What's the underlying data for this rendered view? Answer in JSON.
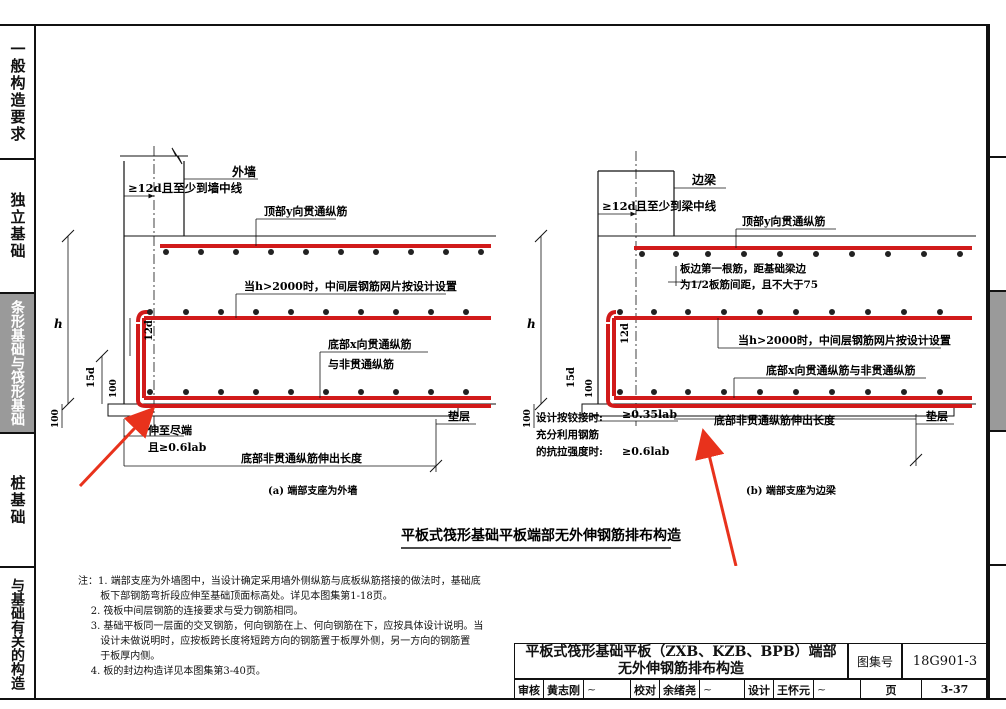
{
  "left_tabs": [
    {
      "label": "一般构造要求",
      "active": false
    },
    {
      "label": "独立基础",
      "active": false
    },
    {
      "label": "条形基础与筏形基础",
      "active": true
    },
    {
      "label": "桩基础",
      "active": false
    },
    {
      "label": "与基础有关的构造",
      "active": false
    }
  ],
  "diagram_a": {
    "wall_label": "外墙",
    "anchor_label": "≥12d且至少到墙中线",
    "top_rebar": "顶部y向贯通纵筋",
    "middle_mesh": "当h>2000时，中间层钢筋网片按设计设置",
    "bottom_rebar_1": "底部x向贯通纵筋",
    "bottom_rebar_2": "与非贯通纵筋",
    "dim_h": "h",
    "dim_12d": "12d",
    "dim_15d": "15d",
    "dim_100_a": "100",
    "dim_100_b": "100",
    "extend_1": "伸至尽端",
    "extend_2": "且≥0.6lab",
    "extend_length": "底部非贯通纵筋伸出长度",
    "cushion": "垫层",
    "caption": "(a) 端部支座为外墙"
  },
  "diagram_b": {
    "beam_label": "边梁",
    "anchor_label": "≥12d且至少到梁中线",
    "top_rebar": "顶部y向贯通纵筋",
    "first_bar_1": "板边第一根筋，距基础梁边",
    "first_bar_2": "为1/2板筋间距，且不大于75",
    "middle_mesh": "当h>2000时，中间层钢筋网片按设计设置",
    "bottom_rebar": "底部x向贯通纵筋与非贯通纵筋",
    "dim_h": "h",
    "dim_12d": "12d",
    "dim_15d": "15d",
    "dim_100_a": "100",
    "dim_100_b": "100",
    "hinge_1": "设计按铰接时:",
    "hinge_2": "充分利用钢筋",
    "hinge_3": "的抗拉强度时:",
    "len_1": "≥0.35lab",
    "len_2": "≥0.6lab",
    "extend_length": "底部非贯通纵筋伸出长度",
    "cushion": "垫层",
    "caption": "(b) 端部支座为边梁"
  },
  "main_title": "平板式筏形基础平板端部无外伸钢筋排布构造",
  "notes": [
    "注：1. 端部支座为外墙图中，当设计确定采用墙外侧纵筋与底板纵筋搭接的做法时，基础底",
    "       板下部钢筋弯折段应伸至基础顶面标高处。详见本图集第1-18页。",
    "    2. 筏板中间层钢筋的连接要求与受力钢筋相同。",
    "    3. 基础平板同一层面的交叉钢筋，何向钢筋在上、何向钢筋在下，应按具体设计说明。当",
    "       设计未做说明时，应按板跨长度将短跨方向的钢筋置于板厚外侧，另一方向的钢筋置",
    "       于板厚内侧。",
    "    4. 板的封边构造详见本图集第3-40页。"
  ],
  "title_block": {
    "title_line1": "平板式筏形基础平板（ZXB、KZB、BPB）端部",
    "title_line2": "无外伸钢筋排布构造",
    "atlas_label": "图集号",
    "atlas_no": "18G901-3",
    "page_label": "页",
    "page_no": "3-37",
    "review_label": "审核",
    "reviewer": "黄志刚",
    "check_label": "校对",
    "checker": "余绪尧",
    "design_label": "设计",
    "designer": "王怀元"
  },
  "colors": {
    "rebar": "#d11a1a",
    "arrow": "#e8321c",
    "line": "#111111"
  }
}
